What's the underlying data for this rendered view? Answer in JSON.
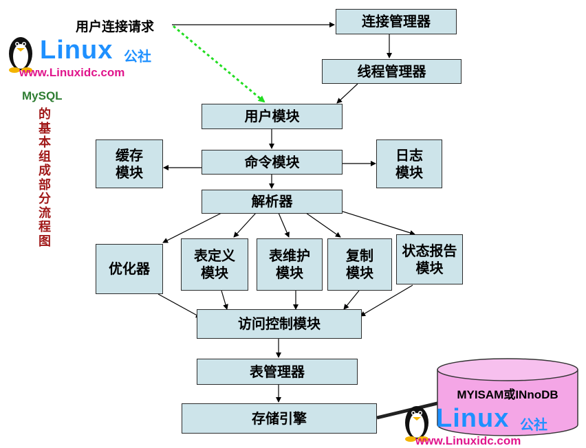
{
  "request_label": "用户连接请求",
  "nodes": {
    "connection_manager": "连接管理器",
    "thread_manager": "线程管理器",
    "user_module": "用户模块",
    "command_module": "命令模块",
    "cache_module": "缓存\n模块",
    "log_module": "日志\n模块",
    "parser": "解析器",
    "optimizer": "优化器",
    "table_def_module": "表定义\n模块",
    "table_maint_module": "表维护\n模块",
    "replication_module": "复制\n模块",
    "status_report_module": "状态报告\n模块",
    "access_control_module": "访问控制模块",
    "table_manager": "表管理器",
    "storage_engine": "存储引擎"
  },
  "database": {
    "label": "MYISAM或INnoDB"
  },
  "sidebar": {
    "title": "MySQL",
    "subtitle": "的基本组成部分流程图"
  },
  "logos": [
    {
      "wordmark": "Linux",
      "suffix": "公社",
      "url": "www.Linuxidc.com"
    },
    {
      "wordmark": "Linux",
      "suffix": "公社",
      "url": "www.Linuxidc.com"
    }
  ],
  "colors": {
    "box_fill": "#cde4ea",
    "box_border": "#2b2b2b",
    "db_fill": "#f4a6e6",
    "sidebar_title": "#2e7d32",
    "sidebar_text": "#a01818",
    "logo_blue": "#1e90ff",
    "logo_url": "#e0168c",
    "dashed_arrow": "#22dd22"
  }
}
